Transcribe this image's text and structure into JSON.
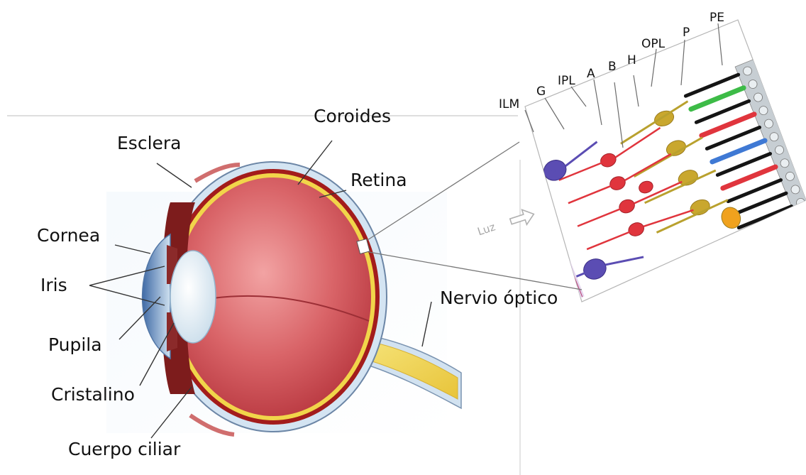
{
  "eye_labels": {
    "esclera": "Esclera",
    "coroides": "Coroides",
    "retina": "Retina",
    "cornea": "Cornea",
    "iris": "Iris",
    "pupila": "Pupila",
    "cristalino": "Cristalino",
    "cuerpo_ciliar": "Cuerpo ciliar",
    "nervio_optico": "Nervio óptico"
  },
  "retina_layer_labels": {
    "ilm": "ILM",
    "g": "G",
    "ipl": "IPL",
    "a": "A",
    "b": "B",
    "h": "H",
    "opl": "OPL",
    "p": "P",
    "pe": "PE"
  },
  "light_label": "Luz",
  "colors": {
    "sclera_blue": "#c9dcec",
    "choroid_red": "#a31c1c",
    "retina_yellow": "#f1d54a",
    "vitreous_red": "#d85a5e",
    "lens_white": "#eef6fb",
    "optic_nerve_yellow": "#f3d85a",
    "ganglion_purple": "#5b4db3",
    "bipolar_red": "#e0353d",
    "horizontal_olive": "#b9a12e",
    "cone_green": "#3dbb47",
    "cone_blue": "#3f79d4",
    "rod_black": "#151515",
    "pe_gray": "#c7ced3",
    "light_arrow_gray": "#b0b0b0"
  }
}
